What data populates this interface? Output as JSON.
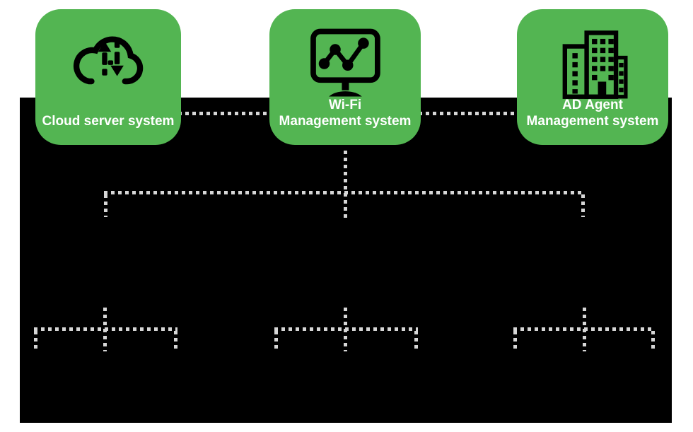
{
  "diagram": {
    "colors": {
      "node_green": "#53b552",
      "connector_dot": "#d6d6d6",
      "panel_background": "#000000",
      "page_background": "#ffffff",
      "label_text": "#ffffff",
      "icon_stroke": "#000000"
    },
    "nodes": [
      {
        "id": "cloud",
        "icon": "cloud-transfer-icon",
        "line1": "Cloud server system",
        "line2": ""
      },
      {
        "id": "wifi",
        "icon": "monitor-chart-icon",
        "line1": "Wi-Fi",
        "line2": "Management system"
      },
      {
        "id": "ad",
        "icon": "building-icon",
        "line1": "AD Agent",
        "line2": "Management system"
      }
    ]
  }
}
